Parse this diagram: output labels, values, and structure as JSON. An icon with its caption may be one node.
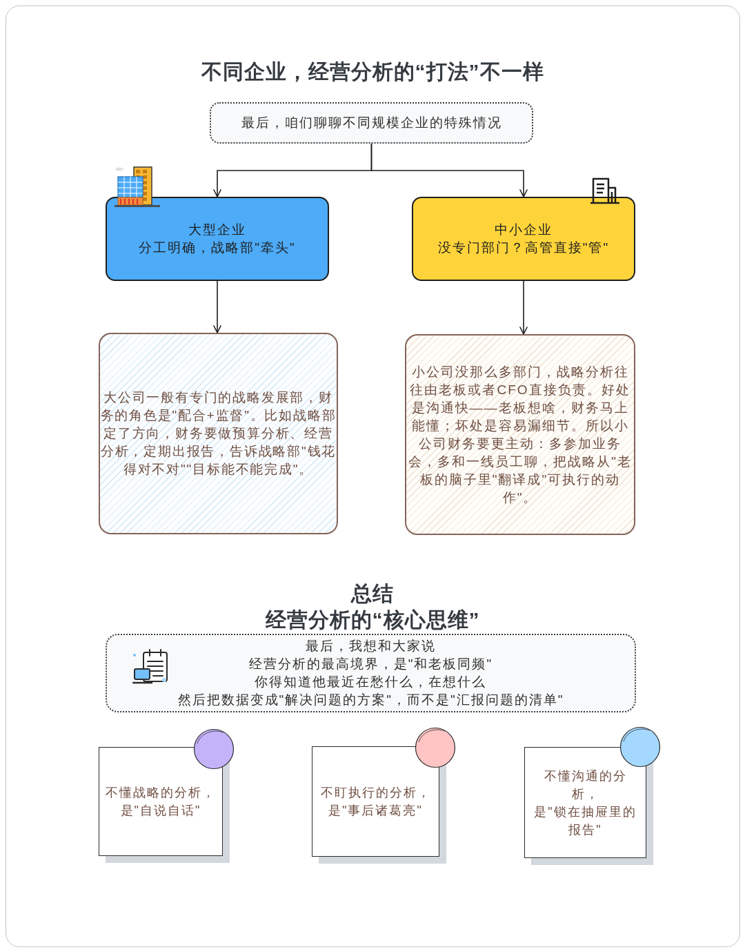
{
  "diagram": {
    "title": "不同企业，经营分析的“打法”不一样",
    "nodes": [
      {
        "text": [
          "最后，咱们聊聊不同规模企业的特殊情况"
        ]
      },
      {
        "text": [
          "大型企业",
          "分工明确，战略部\"牵头\""
        ]
      },
      {
        "text": [
          "中小企业",
          "没专门部门？高管直接\"管\""
        ]
      },
      {
        "text": [
          "大公司一般有专门的战略发展部，财务的角色是\"配合+监督\"。比如战略部定了方向，财务要做预算分析、经营分析，定期出报告，告诉战略部\"钱花得对不对\"\"目标能不能完成\"。"
        ]
      },
      {
        "text": [
          "小公司没那么多部门，战略分析往往由老板或者CFO直接负责。好处是沟通快——老板想啥，财务马上能懂；坏处是容易漏细节。所以小公司财务要更主动：多参加业务会，多和一线员工聊，把战略从\"老板的脑子里\"翻译成\"可执行的动作\"。"
        ]
      },
      {
        "text": [
          "最后，我想和大家说",
          "经营分析的最高境界，是\"和老板同频\"",
          "你得知道他最近在愁什么，在想什么",
          "然后把数据变成\"解决问题的方案\"，而不是\"汇报问题的清单\""
        ]
      },
      {
        "text": [
          "不懂战略的分析，",
          "是\"自说自话\""
        ]
      },
      {
        "text": [
          "不盯执行的分析，",
          "是\"事后诸葛亮\""
        ]
      },
      {
        "text": [
          "不懂沟通的分析，",
          "是\"锁在抽屉里的报告\""
        ]
      }
    ],
    "edges": [
      {
        "from": 0,
        "to": 1,
        "arrow": "to"
      },
      {
        "from": 0,
        "to": 2,
        "arrow": "to"
      },
      {
        "from": 1,
        "to": 3,
        "arrow": "to"
      },
      {
        "from": 2,
        "to": 4,
        "arrow": "to"
      }
    ],
    "labels": [
      "总结",
      "经营分析的“核心思维”"
    ]
  }
}
